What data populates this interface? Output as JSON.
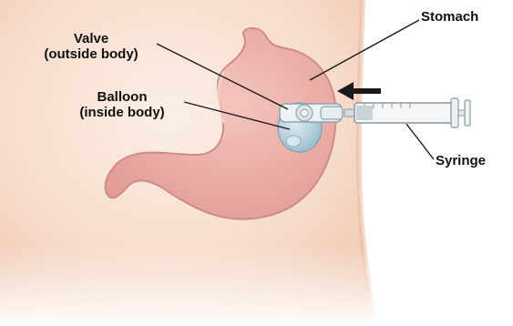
{
  "labels": {
    "stomach": "Stomach",
    "valve_line1": "Valve",
    "valve_line2": "(outside body)",
    "balloon_line1": "Balloon",
    "balloon_line2": "(inside body)",
    "syringe": "Syringe"
  },
  "colors": {
    "skin_light": "#fbe9dc",
    "skin_mid": "#f4d3bf",
    "skin_edge": "#e9b89c",
    "stomach_fill": "#eeb1a9",
    "stomach_outline": "#cf8c86",
    "device": "#e7eef2",
    "balloon": "#bcd7e2",
    "arrow": "#1a1a1a",
    "leader": "#1a1a1a"
  },
  "icons": {
    "arrow": "push-direction-arrow",
    "syringe": "syringe-icon",
    "valve": "gastrostomy-valve"
  }
}
